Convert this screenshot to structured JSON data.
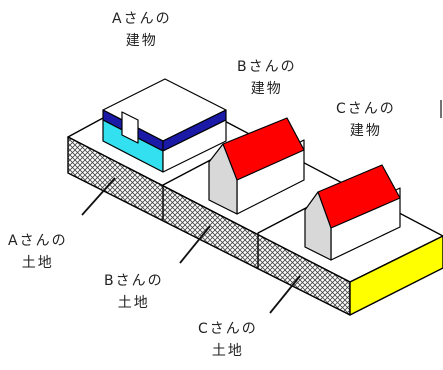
{
  "labels": {
    "building_a": {
      "line1": "Aさんの",
      "line2": "建物"
    },
    "building_b": {
      "line1": "Bさんの",
      "line2": "建物"
    },
    "building_c": {
      "line1": "Cさんの",
      "line2": "建物"
    },
    "land_a": {
      "line1": "Aさんの",
      "line2": "土地"
    },
    "land_b": {
      "line1": "Bさんの",
      "line2": "土地"
    },
    "land_c": {
      "line1": "Cさんの",
      "line2": "土地"
    }
  },
  "colors": {
    "roof": "#ff0000",
    "stripe": "#1a1aa6",
    "wall_cyan": "#33e0f0",
    "land_side": "#ffff00",
    "outline": "#000000"
  }
}
